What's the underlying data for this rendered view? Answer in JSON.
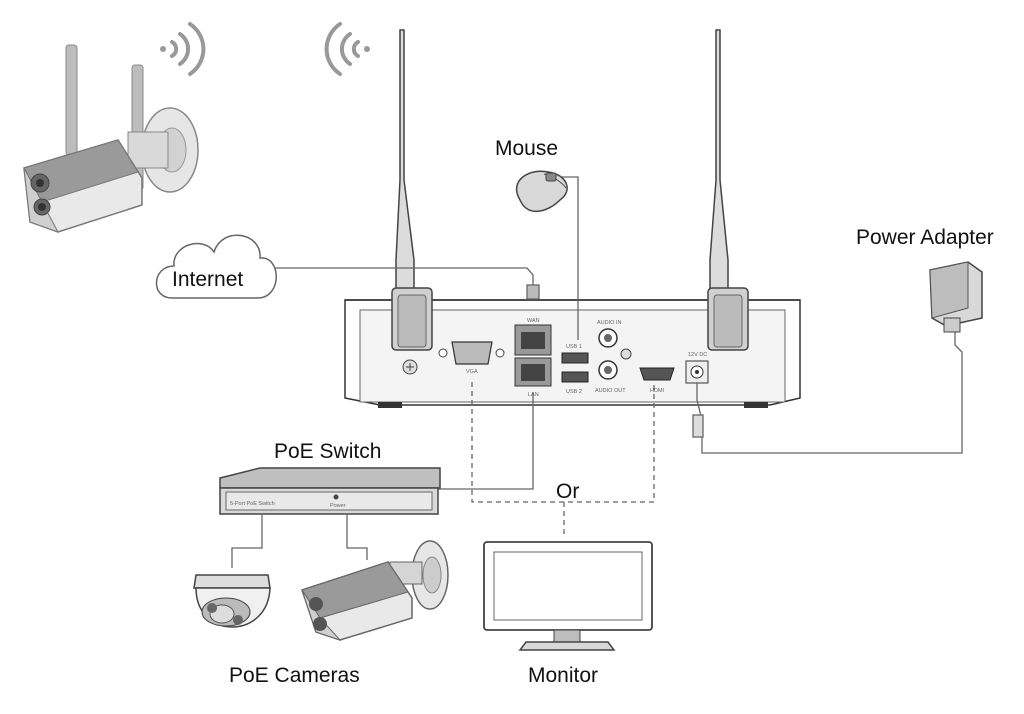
{
  "labels": {
    "mouse": "Mouse",
    "internet": "Internet",
    "power_adapter": "Power Adapter",
    "poe_switch": "PoE Switch",
    "or": "Or",
    "poe_cameras": "PoE Cameras",
    "monitor": "Monitor"
  },
  "nvr_ports": {
    "wan": "WAN",
    "lan": "LAN",
    "vga": "VGA",
    "usb1": "USB 1",
    "usb2": "USB 2",
    "audio_in": "AUDIO IN",
    "audio_out": "AUDIO OUT",
    "hdmi": "HDMI",
    "power": "12V DC"
  },
  "switch_text": {
    "model": "5-Port PoE Switch",
    "power": "Power"
  }
}
